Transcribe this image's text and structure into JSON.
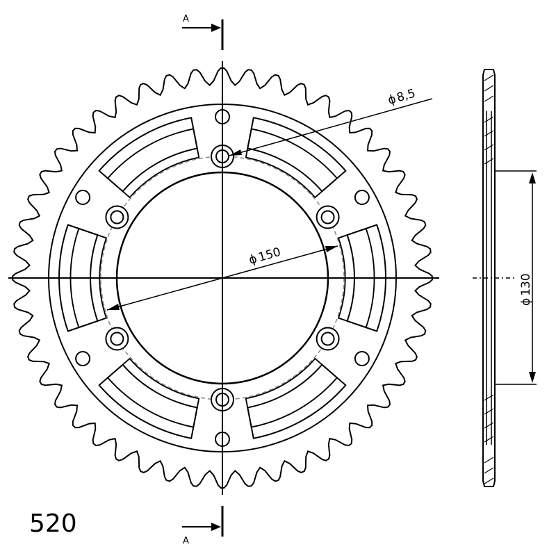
{
  "drawing": {
    "pitch_label": "520",
    "section_marker": "A",
    "dimensions": {
      "bolt_circle": "150",
      "bolt_hole": "8,5",
      "hub_diameter": "130",
      "diameter_symbol": "ϕ"
    },
    "sprocket": {
      "teeth": 48,
      "bolt_holes": 6
    },
    "colors": {
      "line": "#000000",
      "center_line": "#000000",
      "dashed_circle": "#888888",
      "background": "#ffffff"
    }
  }
}
